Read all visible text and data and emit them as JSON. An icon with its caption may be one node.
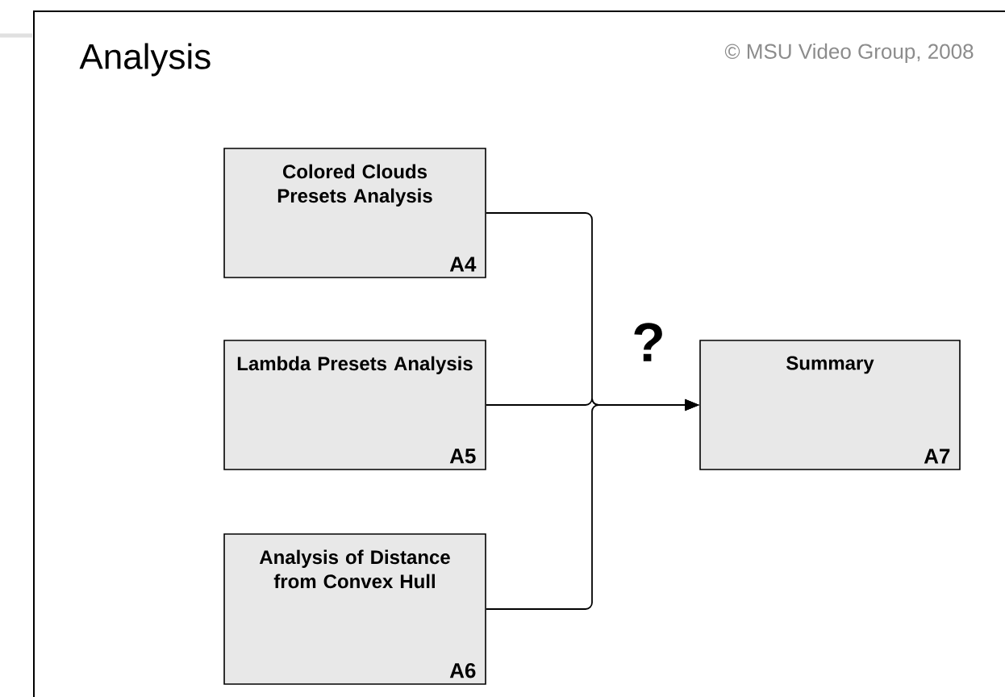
{
  "diagram": {
    "title": "Analysis",
    "nodes": [
      {
        "text": [
          "Colored Clouds Presets Analysis",
          "A4"
        ]
      },
      {
        "text": [
          "Lambda Presets Analysis",
          "A5"
        ]
      },
      {
        "text": [
          "Analysis of Distance from Convex Hull",
          "A6"
        ]
      },
      {
        "text": [
          "Summary",
          "A7"
        ]
      }
    ],
    "edges": [
      {
        "from": 0,
        "to": 3,
        "arrow": "to"
      },
      {
        "from": 1,
        "to": 3,
        "arrow": "to"
      },
      {
        "from": 2,
        "to": 3,
        "arrow": "to"
      }
    ],
    "labels": [
      "© MSU Video Group, 2008",
      "?"
    ]
  }
}
